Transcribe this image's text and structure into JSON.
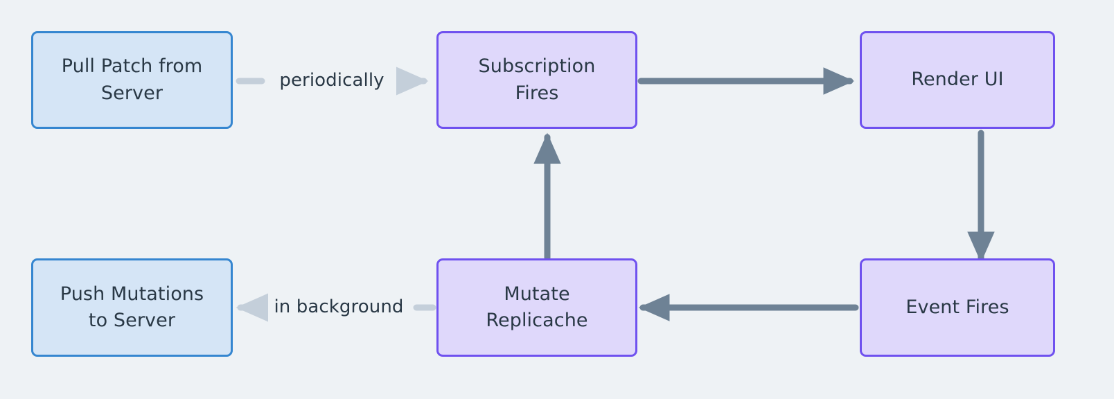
{
  "diagram": {
    "type": "flowchart",
    "background_color": "#eef2f5",
    "text_color": "#293845",
    "palette": {
      "blue_fill": "#d5e5f6",
      "blue_stroke": "#3586d0",
      "purple_fill": "#dfd8fb",
      "purple_stroke": "#6f51ef",
      "solid_edge": "#6e8295",
      "dotted_edge": "#c4cfda"
    },
    "nodes": [
      {
        "id": "pull-patch",
        "label": "Pull Patch from\nServer",
        "style": "blue"
      },
      {
        "id": "subscription-fires",
        "label": "Subscription\nFires",
        "style": "purple"
      },
      {
        "id": "render-ui",
        "label": "Render UI",
        "style": "purple"
      },
      {
        "id": "push-mutations",
        "label": "Push Mutations\nto Server",
        "style": "blue"
      },
      {
        "id": "mutate-replicache",
        "label": "Mutate\nReplicache",
        "style": "purple"
      },
      {
        "id": "event-fires",
        "label": "Event Fires",
        "style": "purple"
      }
    ],
    "edges": [
      {
        "id": "pull-to-subscription",
        "from": "pull-patch",
        "to": "subscription-fires",
        "label": "periodically",
        "style": "light",
        "direction": "right"
      },
      {
        "id": "subscription-to-render",
        "from": "subscription-fires",
        "to": "render-ui",
        "label": "",
        "style": "solid",
        "direction": "right"
      },
      {
        "id": "render-to-event",
        "from": "render-ui",
        "to": "event-fires",
        "label": "",
        "style": "solid",
        "direction": "down"
      },
      {
        "id": "event-to-mutate",
        "from": "event-fires",
        "to": "mutate-replicache",
        "label": "",
        "style": "solid",
        "direction": "left"
      },
      {
        "id": "mutate-to-subscription",
        "from": "mutate-replicache",
        "to": "subscription-fires",
        "label": "",
        "style": "solid",
        "direction": "up"
      },
      {
        "id": "mutate-to-push",
        "from": "mutate-replicache",
        "to": "push-mutations",
        "label": "in background",
        "style": "light",
        "direction": "left"
      }
    ]
  }
}
